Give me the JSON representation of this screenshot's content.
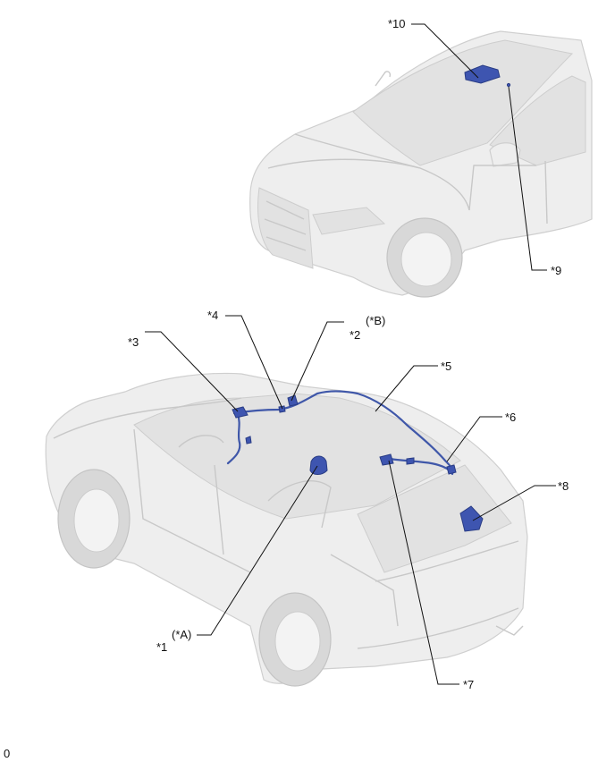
{
  "colors": {
    "wire": "#3f57a9",
    "part": "#3e55b0",
    "car_body": "#eeeeee"
  },
  "labels": {
    "c10": "*10",
    "c9": "*9",
    "c4": "*4",
    "c2": "*2",
    "cB": "(*B)",
    "c3": "*3",
    "c5": "*5",
    "c6": "*6",
    "c8": "*8",
    "cA": "(*A)",
    "c1": "*1",
    "c7": "*7"
  },
  "footer": {
    "code": "0"
  }
}
